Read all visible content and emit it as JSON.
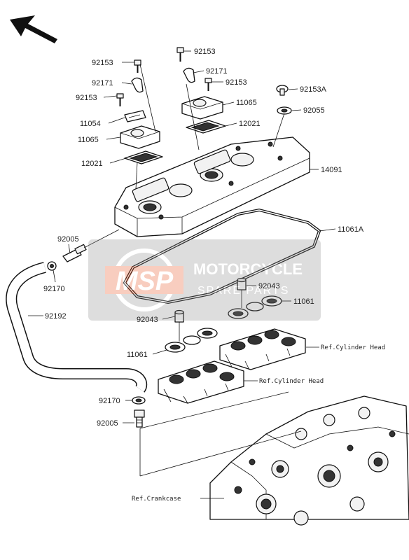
{
  "diagram": {
    "parts": [
      {
        "id": "p1",
        "code": "92153"
      },
      {
        "id": "p2",
        "code": "92171"
      },
      {
        "id": "p3",
        "code": "92153"
      },
      {
        "id": "p4",
        "code": "11054"
      },
      {
        "id": "p5",
        "code": "11065"
      },
      {
        "id": "p6",
        "code": "12021"
      },
      {
        "id": "p7",
        "code": "92153"
      },
      {
        "id": "p8",
        "code": "92171"
      },
      {
        "id": "p9",
        "code": "92153"
      },
      {
        "id": "p10",
        "code": "11065"
      },
      {
        "id": "p11",
        "code": "12021"
      },
      {
        "id": "p12",
        "code": "92153A"
      },
      {
        "id": "p13",
        "code": "92055"
      },
      {
        "id": "p14",
        "code": "14091"
      },
      {
        "id": "p15",
        "code": "11061A"
      },
      {
        "id": "p16",
        "code": "92005"
      },
      {
        "id": "p17",
        "code": "92170"
      },
      {
        "id": "p18",
        "code": "92192"
      },
      {
        "id": "p19",
        "code": "92043"
      },
      {
        "id": "p20",
        "code": "11061"
      },
      {
        "id": "p21",
        "code": "92043"
      },
      {
        "id": "p22",
        "code": "11061"
      },
      {
        "id": "p23",
        "code": "92170"
      },
      {
        "id": "p24",
        "code": "92005"
      }
    ],
    "refs": {
      "cylinder_head_1": "Ref.Cylinder Head",
      "cylinder_head_2": "Ref.Cylinder Head",
      "crankcase": "Ref.Crankcase"
    },
    "watermark": {
      "logo": "MSP",
      "line1": "MOTORCYCLE",
      "line2": "SPARE PARTS",
      "accent_color": "#e8501e"
    },
    "front_arrow": "arrow-icon"
  }
}
